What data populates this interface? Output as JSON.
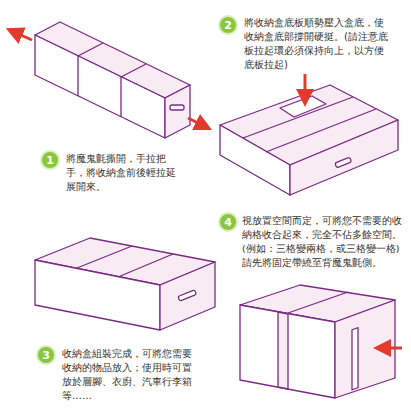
{
  "diagram": {
    "nodes": [
      {
        "text": [
          "1"
        ]
      },
      {
        "text": [
          "2"
        ]
      },
      {
        "text": [
          "3"
        ]
      },
      {
        "text": [
          "4"
        ]
      }
    ],
    "labels": [
      "將魔鬼氈撕開，手拉把手，將收納盒前後輕拉延展開來。",
      "將收納盒底板順勢壓入盒底，使收納盒底部撐開硬挺。(請注意底板拉起環必須保持向上，以方便底板拉起)",
      "收納盒組裝完成，可將您需要收納的物品放入；使用時可置放於層腳、衣廚、汽車行李箱等……",
      "視放置空間而定，可將您不需要的收納格收合起來，完全不佔多餘空間。(例如：三格變兩格，或三格變一格)請先將固定帶繞至背魔鬼氈側。"
    ]
  }
}
